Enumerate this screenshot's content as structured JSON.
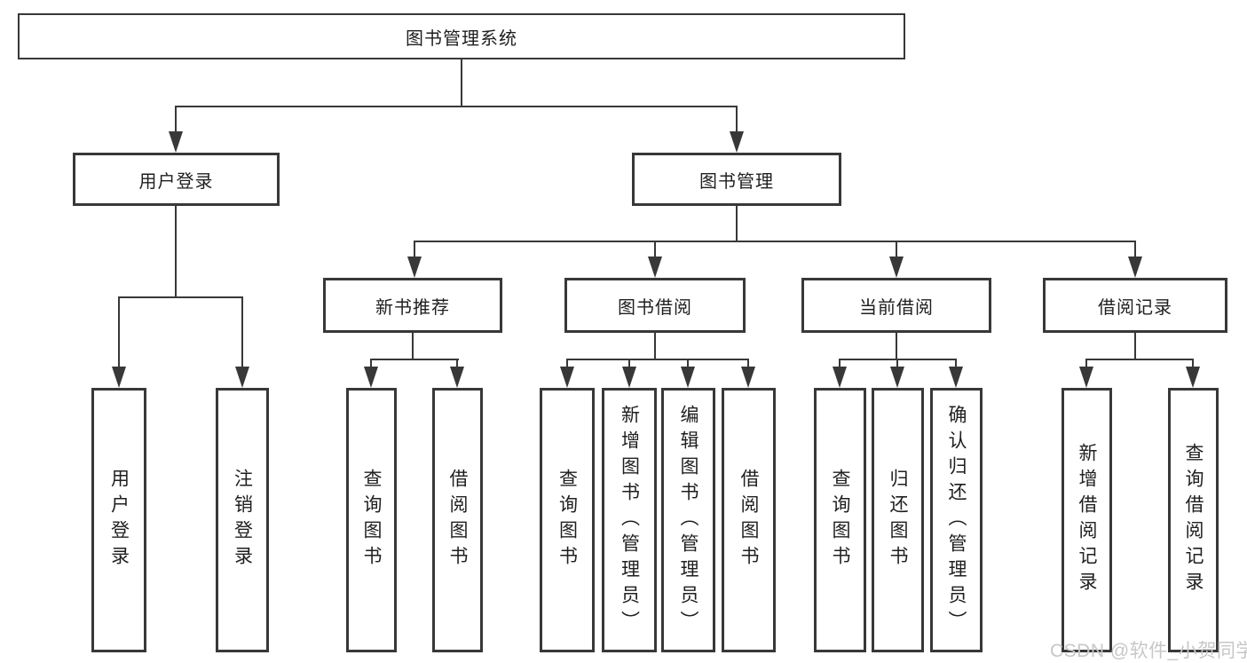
{
  "diagram": {
    "root": {
      "label": "图书管理系统"
    },
    "level2": [
      {
        "label": "用户登录"
      },
      {
        "label": "图书管理"
      }
    ],
    "level3": [
      {
        "label": "新书推荐"
      },
      {
        "label": "图书借阅"
      },
      {
        "label": "当前借阅"
      },
      {
        "label": "借阅记录"
      }
    ],
    "leaves": {
      "user_login": [
        "用户登录",
        "注销登录"
      ],
      "new_books": [
        "查询图书",
        "借阅图书"
      ],
      "book_borrow": [
        "查询图书",
        "新增图书（管理员）",
        "编辑图书（管理员）",
        "借阅图书"
      ],
      "current_borrow": [
        "查询图书",
        "归还图书",
        "确认归还（管理员）"
      ],
      "borrow_records": [
        "新增借阅记录",
        "查询借阅记录"
      ]
    }
  },
  "watermark": {
    "text": "CSDN @软件_小贺同学"
  },
  "colors": {
    "line": "#383838",
    "text": "#1f1f1f",
    "box_background": "#ffffff",
    "watermark": "#c7c7c7",
    "background": "#ffffff"
  }
}
